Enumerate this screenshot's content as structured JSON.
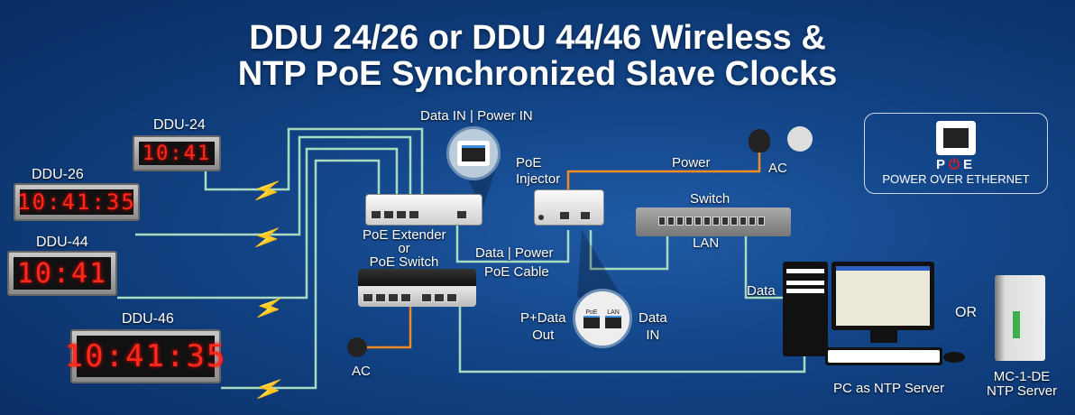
{
  "title": {
    "line1": "DDU 24/26 or DDU 44/46 Wireless &",
    "line2": "NTP PoE Synchronized Slave Clocks"
  },
  "clocks": [
    {
      "label": "DDU-24",
      "time": "10:41"
    },
    {
      "label": "DDU-26",
      "time": "10:41:35"
    },
    {
      "label": "DDU-44",
      "time": "10:41"
    },
    {
      "label": "DDU-46",
      "time": "10:41:35"
    }
  ],
  "labels": {
    "data_in_power_in": "Data IN | Power IN",
    "poe_extender": "PoE Extender",
    "or": "or",
    "poe_switch": "PoE Switch",
    "poe_injector_1": "PoE",
    "poe_injector_2": "Injector",
    "power": "Power",
    "ac_right": "AC",
    "ac_left": "AC",
    "switch": "Switch",
    "lan": "LAN",
    "data_power": "Data | Power",
    "poe_cable": "PoE Cable",
    "pdata_out_1": "P+Data",
    "pdata_out_2": "Out",
    "data_in_1": "Data",
    "data_in_2": "IN",
    "port_poe": "PoE",
    "port_lan": "LAN",
    "data": "Data",
    "pc_server": "PC as NTP Server",
    "or_big": "OR",
    "mc_1": "MC-1-DE",
    "mc_2": "NTP Server"
  },
  "poe_badge": {
    "p": "P",
    "e": "E",
    "text": "POWER OVER ETHERNET"
  },
  "colors": {
    "cable": "#a8dcc0",
    "power_cable": "#f08a24",
    "clock_digits": "#ff2a1a",
    "bolt": "#ff2020"
  }
}
